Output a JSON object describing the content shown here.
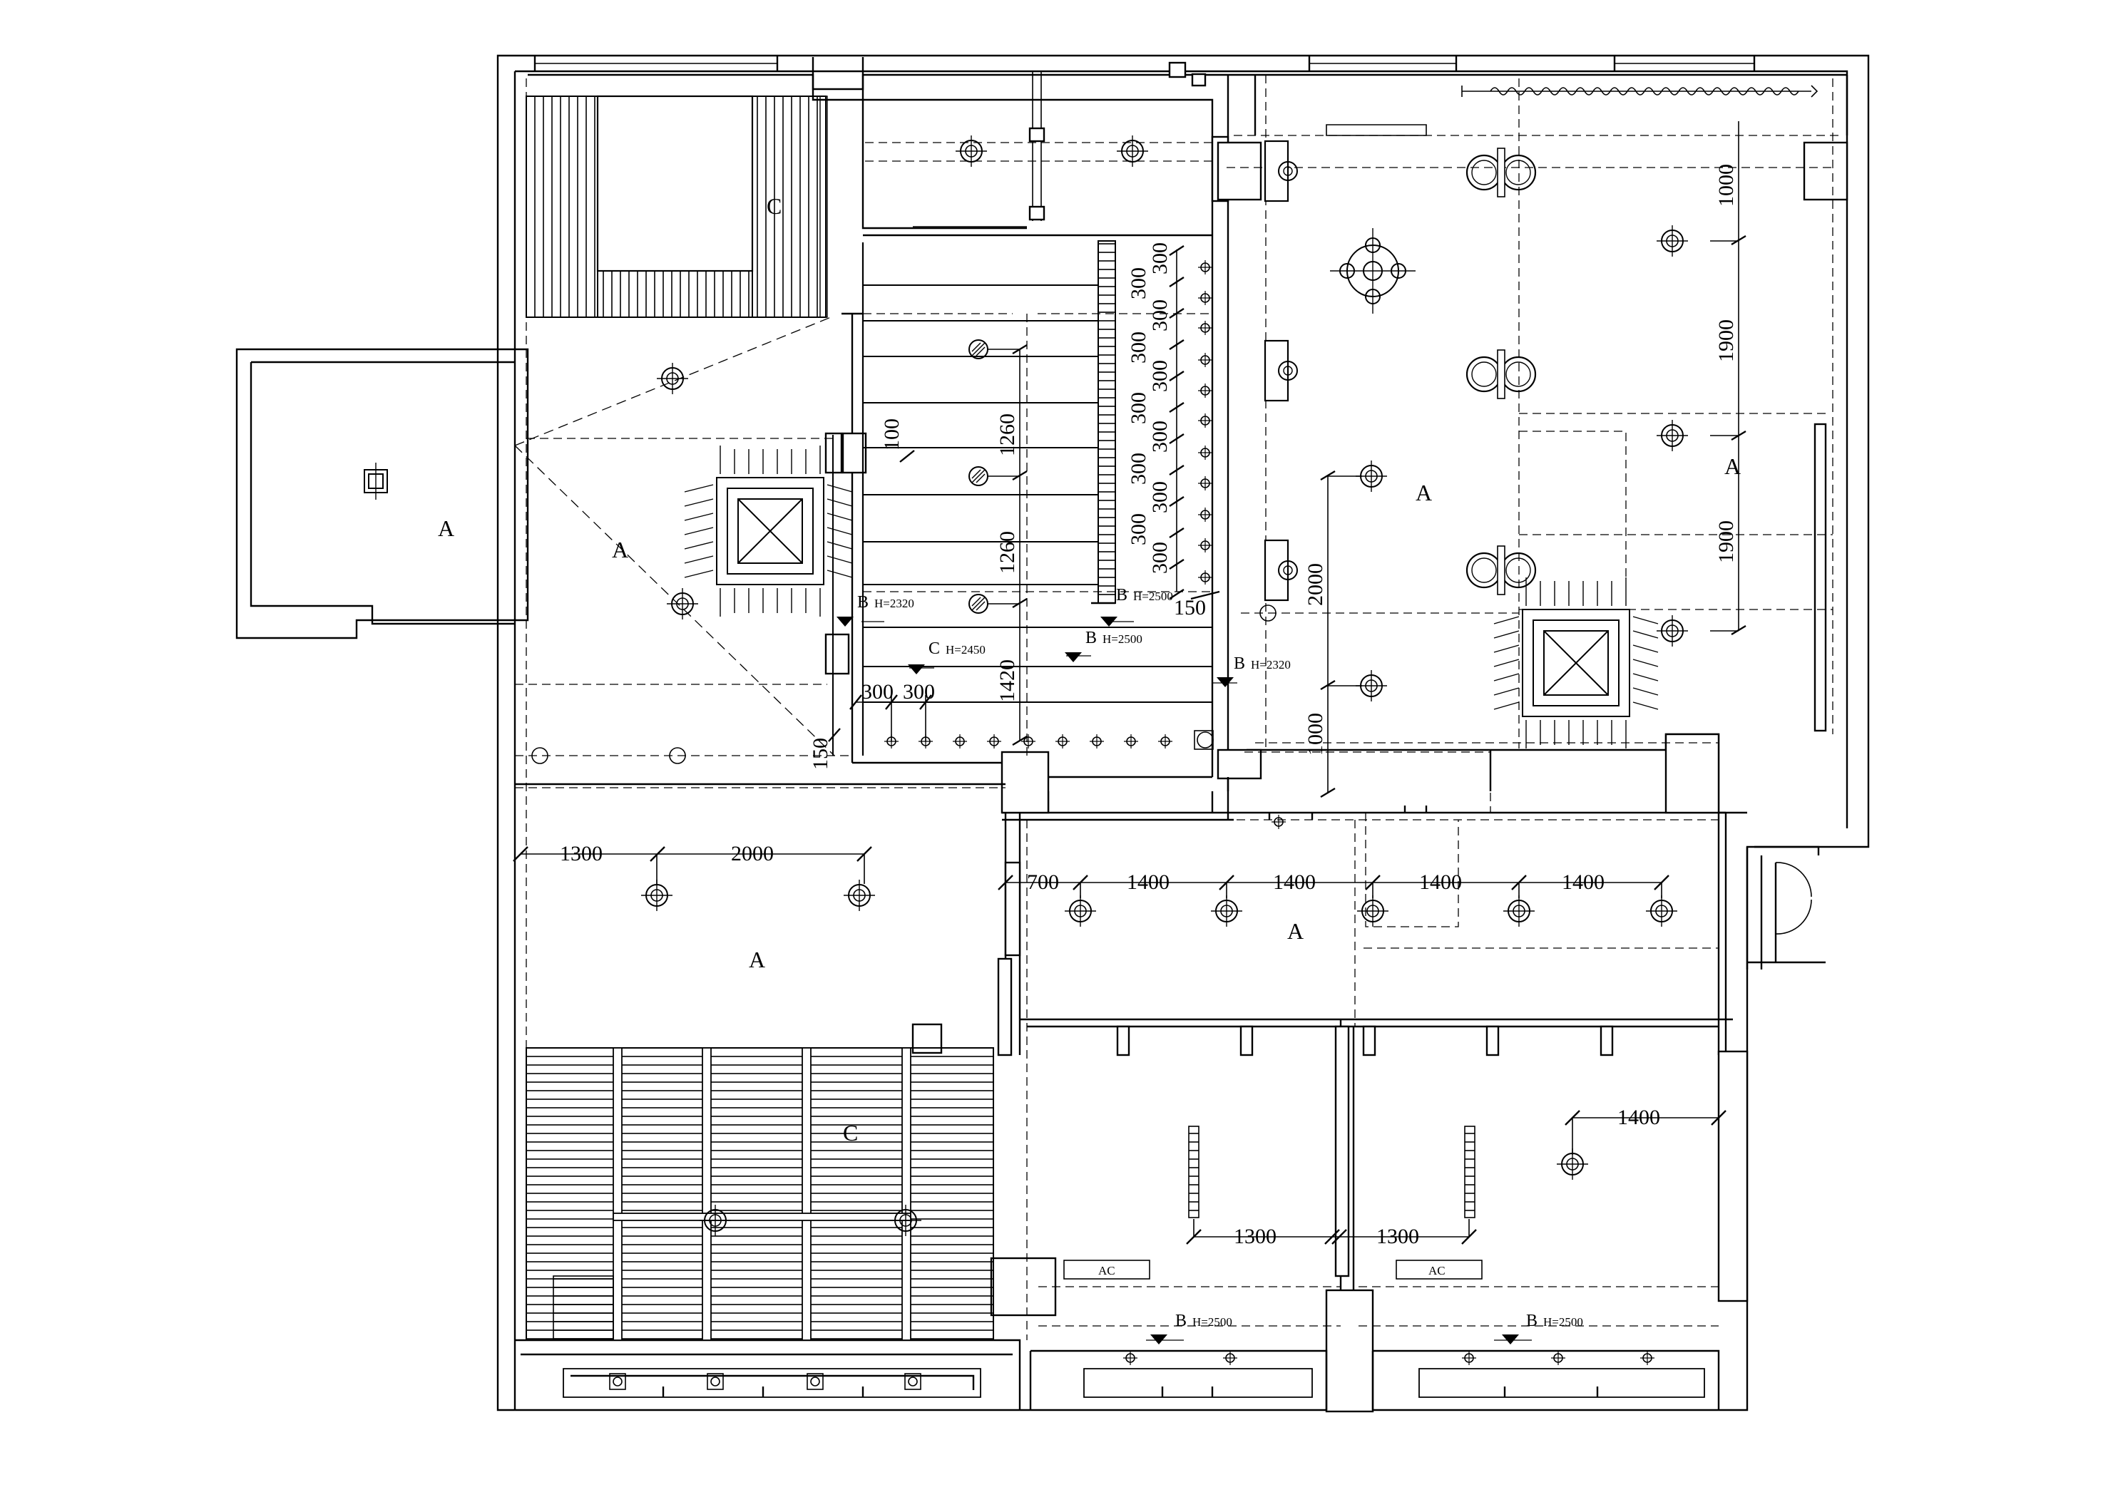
{
  "zones": [
    "A",
    "A",
    "A",
    "A",
    "A",
    "A",
    "C",
    "C"
  ],
  "levels": [
    {
      "code": "B",
      "h": "H=2320"
    },
    {
      "code": "B",
      "h": "H=2500"
    },
    {
      "code": "C",
      "h": "H=2450"
    },
    {
      "code": "B",
      "h": "H=2500"
    },
    {
      "code": "B",
      "h": "H=2320"
    },
    {
      "code": "B",
      "h": "H=2500"
    },
    {
      "code": "B",
      "h": "H=2500"
    }
  ],
  "dims": [
    "300",
    "300",
    "300",
    "300",
    "300",
    "300",
    "300",
    "300",
    "300",
    "300",
    "300",
    "100",
    "1260",
    "1260",
    "1420",
    "150",
    "300",
    "300",
    "150",
    "2000",
    "1000",
    "1000",
    "1900",
    "1900",
    "1300",
    "2000",
    "700",
    "1400",
    "1400",
    "1400",
    "1400",
    "1400",
    "1300",
    "1300"
  ],
  "ac_label": "AC",
  "colors": {
    "line": "#000000",
    "background": "#ffffff"
  }
}
